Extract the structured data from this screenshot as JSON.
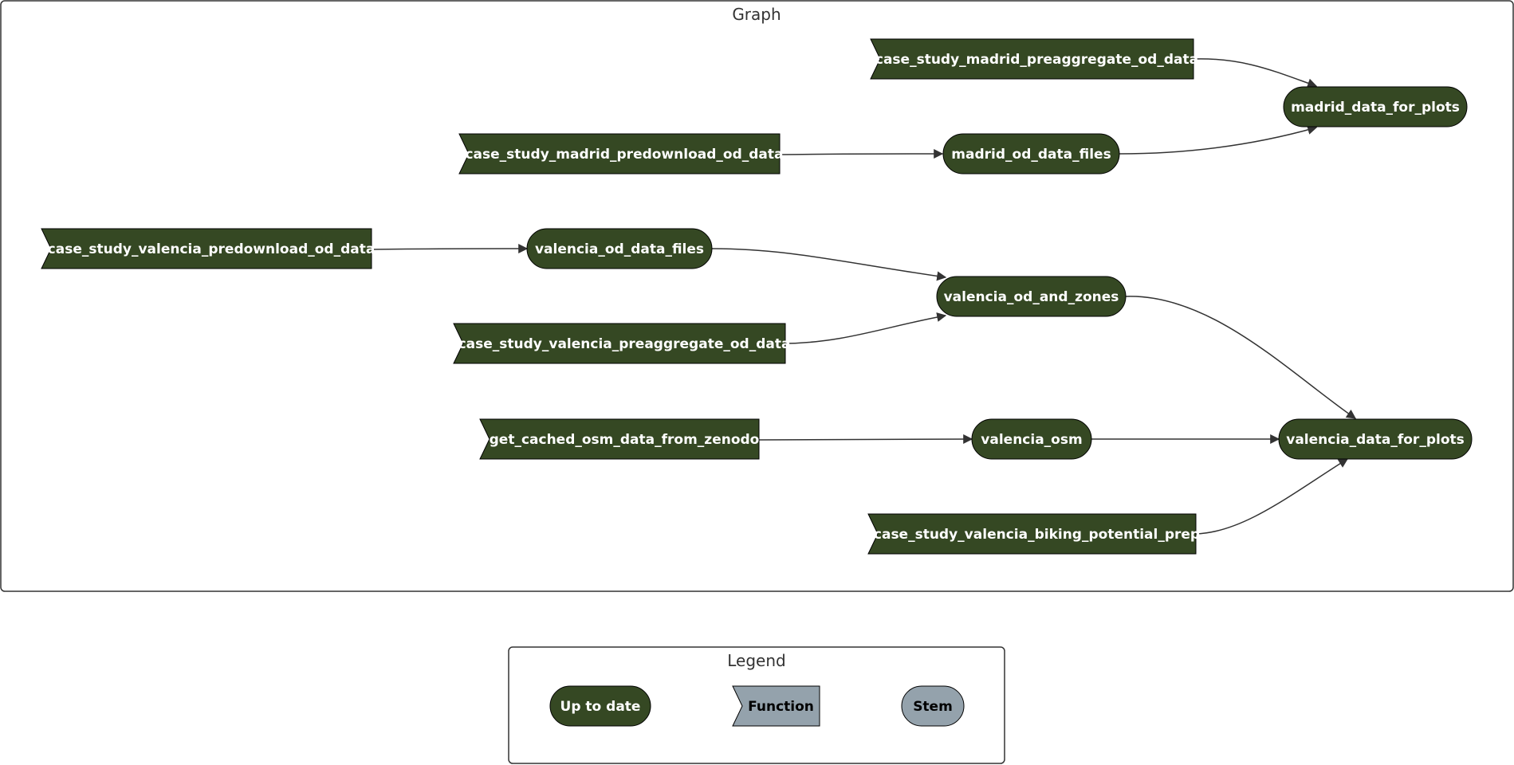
{
  "graph": {
    "title": "Graph",
    "nodes": [
      {
        "id": "case_study_madrid_preaggregate_od_data",
        "label": "case_study_madrid_preaggregate_od_data",
        "kind": "function",
        "status": "up-to-date"
      },
      {
        "id": "madrid_data_for_plots",
        "label": "madrid_data_for_plots",
        "kind": "stem",
        "status": "up-to-date"
      },
      {
        "id": "case_study_madrid_predownload_od_data",
        "label": "case_study_madrid_predownload_od_data",
        "kind": "function",
        "status": "up-to-date"
      },
      {
        "id": "madrid_od_data_files",
        "label": "madrid_od_data_files",
        "kind": "stem",
        "status": "up-to-date"
      },
      {
        "id": "case_study_valencia_predownload_od_data",
        "label": "case_study_valencia_predownload_od_data",
        "kind": "function",
        "status": "up-to-date"
      },
      {
        "id": "valencia_od_data_files",
        "label": "valencia_od_data_files",
        "kind": "stem",
        "status": "up-to-date"
      },
      {
        "id": "valencia_od_and_zones",
        "label": "valencia_od_and_zones",
        "kind": "stem",
        "status": "up-to-date"
      },
      {
        "id": "case_study_valencia_preaggregate_od_data",
        "label": "case_study_valencia_preaggregate_od_data",
        "kind": "function",
        "status": "up-to-date"
      },
      {
        "id": "get_cached_osm_data_from_zenodo",
        "label": "get_cached_osm_data_from_zenodo",
        "kind": "function",
        "status": "up-to-date"
      },
      {
        "id": "valencia_osm",
        "label": "valencia_osm",
        "kind": "stem",
        "status": "up-to-date"
      },
      {
        "id": "valencia_data_for_plots",
        "label": "valencia_data_for_plots",
        "kind": "stem",
        "status": "up-to-date"
      },
      {
        "id": "case_study_valencia_biking_potential_prep",
        "label": "case_study_valencia_biking_potential_prep",
        "kind": "function",
        "status": "up-to-date"
      }
    ],
    "edges": [
      {
        "from": "case_study_madrid_preaggregate_od_data",
        "to": "madrid_data_for_plots"
      },
      {
        "from": "case_study_madrid_predownload_od_data",
        "to": "madrid_od_data_files"
      },
      {
        "from": "madrid_od_data_files",
        "to": "madrid_data_for_plots"
      },
      {
        "from": "case_study_valencia_predownload_od_data",
        "to": "valencia_od_data_files"
      },
      {
        "from": "valencia_od_data_files",
        "to": "valencia_od_and_zones"
      },
      {
        "from": "case_study_valencia_preaggregate_od_data",
        "to": "valencia_od_and_zones"
      },
      {
        "from": "valencia_od_and_zones",
        "to": "valencia_data_for_plots"
      },
      {
        "from": "get_cached_osm_data_from_zenodo",
        "to": "valencia_osm"
      },
      {
        "from": "valencia_osm",
        "to": "valencia_data_for_plots"
      },
      {
        "from": "case_study_valencia_biking_potential_prep",
        "to": "valencia_data_for_plots"
      }
    ]
  },
  "legend": {
    "title": "Legend",
    "items": [
      {
        "label": "Up to date",
        "shape": "stem",
        "fill": "#354823",
        "text_color": "#ffffff"
      },
      {
        "label": "Function",
        "shape": "function",
        "fill": "#94a2ac",
        "text_color": "#000000"
      },
      {
        "label": "Stem",
        "shape": "stem",
        "fill": "#94a2ac",
        "text_color": "#000000"
      }
    ]
  },
  "colors": {
    "up_to_date": "#354823",
    "node_text": "#ffffff",
    "border": "#000000",
    "edge": "#333333",
    "frame_border": "#333333"
  }
}
